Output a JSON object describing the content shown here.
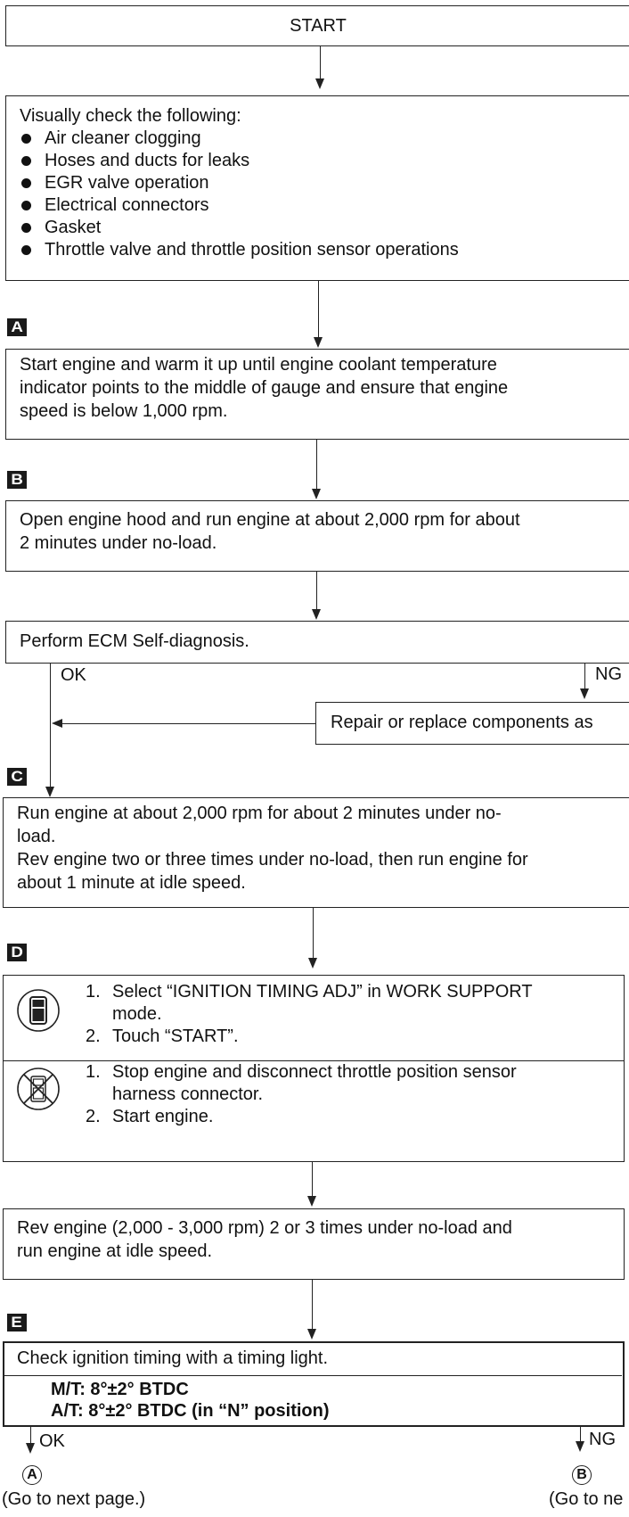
{
  "start": {
    "text": "START"
  },
  "visual_check": {
    "heading": "Visually check the following:",
    "items": [
      "Air cleaner clogging",
      "Hoses and ducts for leaks",
      "EGR valve operation",
      "Electrical connectors",
      "Gasket",
      "Throttle valve and throttle position sensor operations"
    ]
  },
  "labels": {
    "a": "A",
    "b": "B",
    "c": "C",
    "d": "D",
    "e": "E"
  },
  "step_a": {
    "lines": [
      "Start engine and warm it up until engine coolant temperature",
      "indicator points to the middle of gauge and ensure that engine",
      "speed is below 1,000 rpm."
    ]
  },
  "step_b": {
    "lines": [
      "Open engine hood and run engine at about 2,000 rpm for about",
      "2 minutes under no-load."
    ]
  },
  "self_diag": {
    "text": "Perform ECM Self-diagnosis.",
    "ok": "OK",
    "ng": "NG",
    "repair": "Repair or replace components as"
  },
  "step_c": {
    "lines": [
      "Run engine at about 2,000 rpm for about 2 minutes under no-",
      "load.",
      "Rev engine two or three times under no-load, then run engine for",
      "about 1 minute at idle speed."
    ]
  },
  "step_d": {
    "consult": {
      "icon": "consult-tester-icon",
      "steps": [
        {
          "num": "1.",
          "lines": [
            "Select “IGNITION TIMING ADJ” in WORK SUPPORT",
            "mode."
          ]
        },
        {
          "num": "2.",
          "lines": [
            "Touch “START”."
          ]
        }
      ]
    },
    "no_tools": {
      "icon": "no-tools-icon",
      "steps": [
        {
          "num": "1.",
          "lines": [
            "Stop engine and disconnect throttle position sensor",
            "harness connector."
          ]
        },
        {
          "num": "2.",
          "lines": [
            "Start engine."
          ]
        }
      ]
    }
  },
  "rev_engine": {
    "lines": [
      "Rev engine (2,000 - 3,000 rpm) 2 or 3 times under no-load and",
      "run engine at idle speed."
    ]
  },
  "step_e": {
    "check": "Check ignition timing with a timing light.",
    "spec_mt": "M/T: 8°±2° BTDC",
    "spec_at": "A/T: 8°±2° BTDC (in “N” position)",
    "ok": "OK",
    "ng": "NG",
    "target_a": "A",
    "target_a_note": "(Go to next page.)",
    "target_b": "B",
    "target_b_note": "(Go to ne"
  }
}
